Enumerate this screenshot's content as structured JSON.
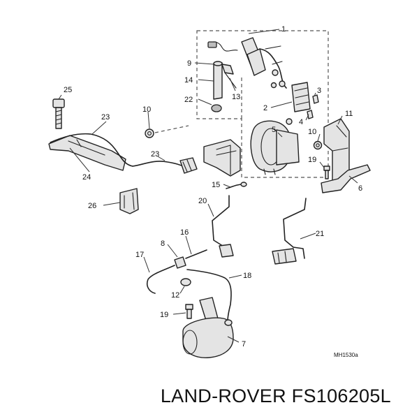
{
  "callouts": [
    "1",
    "2",
    "3",
    "4",
    "5",
    "6",
    "7",
    "8",
    "9",
    "10",
    "10",
    "11",
    "12",
    "13",
    "14",
    "15",
    "16",
    "17",
    "18",
    "19",
    "19",
    "20",
    "21",
    "22",
    "23",
    "23",
    "24",
    "25",
    "26"
  ],
  "figure_ref": "MH1530a",
  "caption": "LAND-ROVER FS106205L"
}
